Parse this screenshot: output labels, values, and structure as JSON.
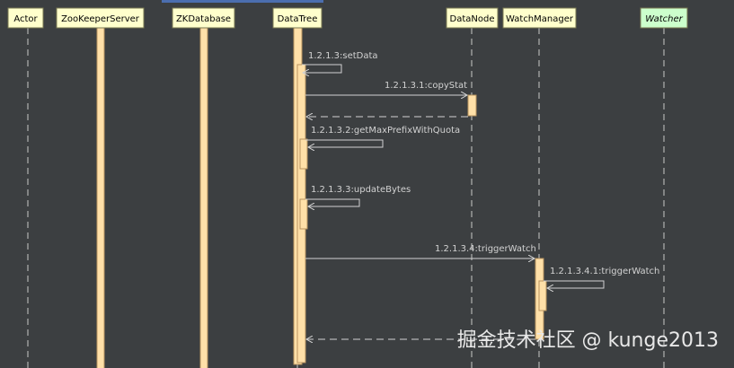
{
  "diagram": {
    "participants": [
      {
        "id": "actor",
        "label": "Actor",
        "style": "normal"
      },
      {
        "id": "zks",
        "label": "ZooKeeperServer",
        "style": "normal"
      },
      {
        "id": "zkdb",
        "label": "ZKDatabase",
        "style": "normal"
      },
      {
        "id": "datatree",
        "label": "DataTree",
        "style": "normal"
      },
      {
        "id": "datanode",
        "label": "DataNode",
        "style": "normal"
      },
      {
        "id": "watchmgr",
        "label": "WatchManager",
        "style": "normal"
      },
      {
        "id": "watcher",
        "label": "Watcher",
        "style": "italic"
      }
    ],
    "messages": [
      {
        "id": "m1",
        "label": "1.2.1.3:setData",
        "from": "datatree",
        "to": "datatree",
        "kind": "self"
      },
      {
        "id": "m2",
        "label": "1.2.1.3.1:copyStat",
        "from": "datatree",
        "to": "datanode",
        "kind": "call"
      },
      {
        "id": "m3",
        "label": "",
        "from": "datanode",
        "to": "datatree",
        "kind": "return"
      },
      {
        "id": "m4",
        "label": "1.2.1.3.2:getMaxPrefixWithQuota",
        "from": "datatree",
        "to": "datatree",
        "kind": "self"
      },
      {
        "id": "m5",
        "label": "1.2.1.3.3:updateBytes",
        "from": "datatree",
        "to": "datatree",
        "kind": "self"
      },
      {
        "id": "m6",
        "label": "1.2.1.3.4:triggerWatch",
        "from": "datatree",
        "to": "watchmgr",
        "kind": "call"
      },
      {
        "id": "m7",
        "label": "1.2.1.3.4.1:triggerWatch",
        "from": "watchmgr",
        "to": "watchmgr",
        "kind": "self"
      },
      {
        "id": "m8",
        "label": "",
        "from": "watchmgr",
        "to": "datatree",
        "kind": "return"
      }
    ]
  },
  "watermark": "掘金技术社区 @ kunge2013",
  "colors": {
    "background": "#3c3f41",
    "header_fill": "#ffffcc",
    "header_stroke": "#7a7a52",
    "watcher_fill": "#ccffcc",
    "activation_fill": "#ffe0a8",
    "activation_stroke": "#b89460",
    "lifeline": "#c8c8c8",
    "message": "#d2d2d2",
    "label_text": "#ffffff",
    "header_text": "#000000"
  }
}
